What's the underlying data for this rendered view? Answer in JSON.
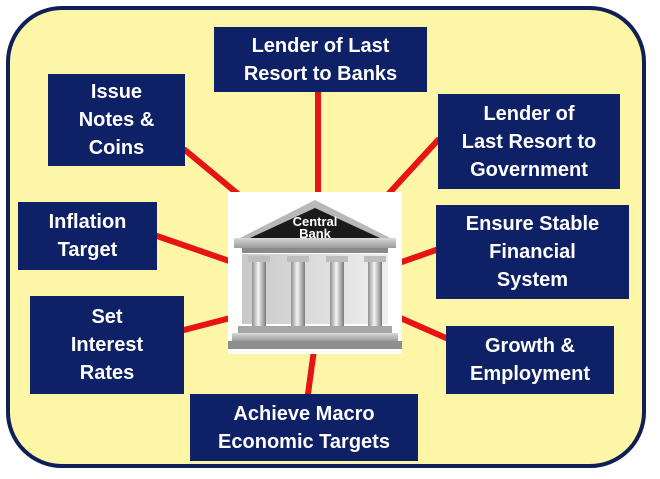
{
  "center": {
    "line1": "Central",
    "line2": "Bank",
    "icon": "bank-building-icon"
  },
  "functions": [
    {
      "id": "lender-banks",
      "label": "Lender of Last\nResort to Banks"
    },
    {
      "id": "issue-notes",
      "label": "Issue\nNotes &\nCoins"
    },
    {
      "id": "lender-government",
      "label": "Lender of\nLast Resort to\nGovernment"
    },
    {
      "id": "inflation-target",
      "label": "Inflation\nTarget"
    },
    {
      "id": "stable-financial",
      "label": "Ensure Stable\nFinancial\nSystem"
    },
    {
      "id": "interest-rates",
      "label": "Set\nInterest\nRates"
    },
    {
      "id": "growth-employment",
      "label": "Growth &\nEmployment"
    },
    {
      "id": "macro-targets",
      "label": "Achieve Macro\nEconomic Targets"
    }
  ],
  "colors": {
    "panel_fill": "#fdf6a6",
    "panel_border": "#0f1f57",
    "node_fill": "#0e2066",
    "node_text": "#ffffff",
    "connector": "#e61414"
  }
}
